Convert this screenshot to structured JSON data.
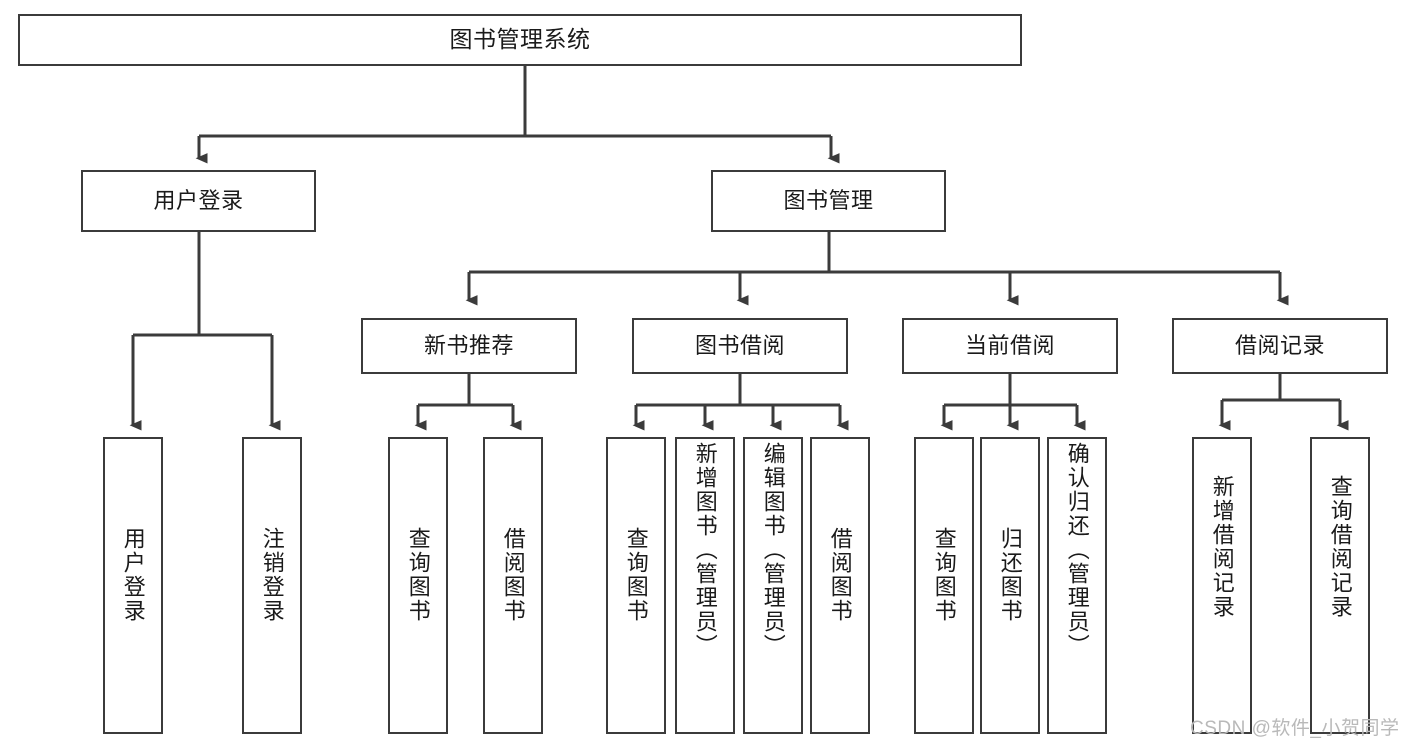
{
  "diagram": {
    "type": "tree-hierarchy-chart",
    "title": "图书管理系统",
    "root": {
      "id": "root",
      "label": "图书管理系统"
    },
    "level1": [
      {
        "id": "user-login",
        "label": "用户登录"
      },
      {
        "id": "book-manage",
        "label": "图书管理"
      }
    ],
    "level2": [
      {
        "id": "new-book-rec",
        "label": "新书推荐",
        "parent": "book-manage"
      },
      {
        "id": "book-borrow",
        "label": "图书借阅",
        "parent": "book-manage"
      },
      {
        "id": "current-borrow",
        "label": "当前借阅",
        "parent": "book-manage"
      },
      {
        "id": "borrow-record",
        "label": "借阅记录",
        "parent": "book-manage"
      }
    ],
    "leaves": [
      {
        "id": "leaf-user-login",
        "label": "用户登录",
        "parent": "user-login"
      },
      {
        "id": "leaf-logout",
        "label": "注销登录",
        "parent": "user-login"
      },
      {
        "id": "leaf-query-book-1",
        "label": "查询图书",
        "parent": "new-book-rec"
      },
      {
        "id": "leaf-borrow-book-1",
        "label": "借阅图书",
        "parent": "new-book-rec"
      },
      {
        "id": "leaf-query-book-2",
        "label": "查询图书",
        "parent": "book-borrow"
      },
      {
        "id": "leaf-add-book",
        "label": "新增图书（管理员）",
        "parent": "book-borrow"
      },
      {
        "id": "leaf-edit-book",
        "label": "编辑图书（管理员）",
        "parent": "book-borrow"
      },
      {
        "id": "leaf-borrow-book-2",
        "label": "借阅图书",
        "parent": "book-borrow"
      },
      {
        "id": "leaf-query-book-3",
        "label": "查询图书",
        "parent": "current-borrow"
      },
      {
        "id": "leaf-return-book",
        "label": "归还图书",
        "parent": "current-borrow"
      },
      {
        "id": "leaf-confirm-return",
        "label": "确认归还（管理员）",
        "parent": "current-borrow"
      },
      {
        "id": "leaf-add-record",
        "label": "新增借阅记录",
        "parent": "borrow-record"
      },
      {
        "id": "leaf-query-record",
        "label": "查询借阅记录",
        "parent": "borrow-record"
      }
    ],
    "colors": {
      "stroke": "#3b3b3b",
      "fill": "#ffffff",
      "text": "#1a1a1a",
      "watermark": "#b9b9b9"
    }
  },
  "watermark": {
    "text": "CSDN @软件_小贺同学"
  }
}
